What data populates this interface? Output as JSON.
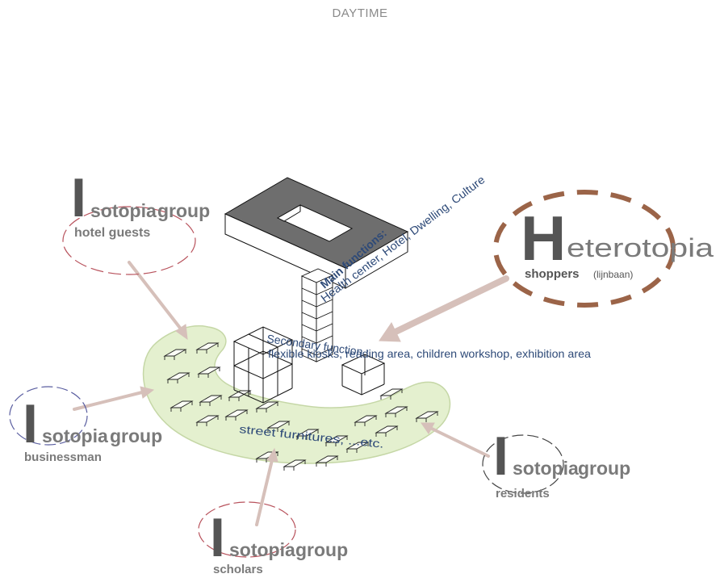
{
  "title": "DAYTIME",
  "heterotopia": {
    "initial": "H",
    "rest": "eterotopia",
    "sub": "shoppers",
    "sub_note": "(lijnbaan)"
  },
  "isotopia": {
    "initial": "I",
    "rest": "sotopia",
    "word": "group",
    "groups": {
      "hotel": "hotel guests",
      "business": "businessman",
      "scholars": "scholars",
      "residents": "residents"
    }
  },
  "annotations": {
    "main_line1": "Main functions:",
    "main_line2": "Health center, Hotel, Dwelling, Culture",
    "secondary_line1": "Secondary function :",
    "secondary_line2": "flexible kiosks, reading area, children workshop, exhibition area",
    "street": "street furnitures, ...etc."
  },
  "colors": {
    "title": "#8a8a8a",
    "label_gray": "#7a7a7a",
    "initial_dark": "#555555",
    "blue_text": "#2e4a78",
    "plaza_fill": "#e4f0cf",
    "plaza_stroke": "#c5d7a6",
    "arrow": "#d6c0ba",
    "roof_dark": "#6e6e6e",
    "ellipse_brown": "#9b6448",
    "ellipse_red": "#b8525c",
    "ellipse_blue": "#5a5ea0",
    "ellipse_black": "#444444"
  }
}
